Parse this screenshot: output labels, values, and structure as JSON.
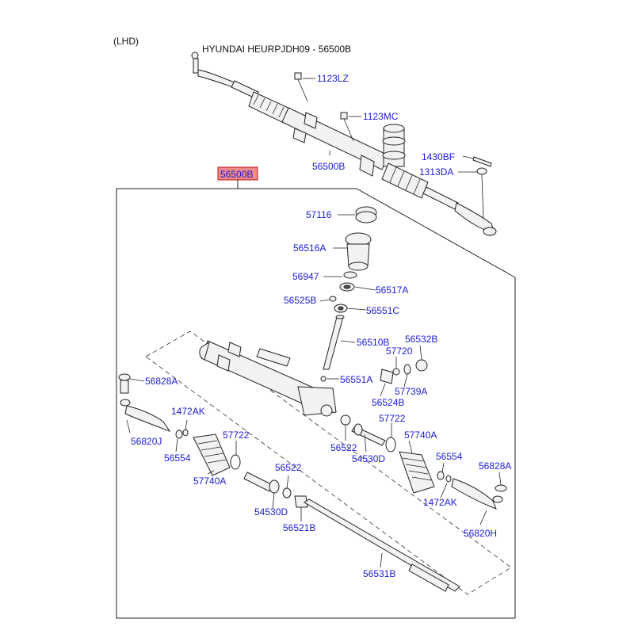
{
  "header": {
    "side": "(LHD)",
    "title": "HYUNDAI HEURPJDH09 - 56500B"
  },
  "highlight_label": "56500B",
  "colors": {
    "label": "#1a1ad6",
    "highlight_fill": "#f08a8a",
    "highlight_stroke": "#c01818"
  },
  "labels": {
    "l1123lz": "1123LZ",
    "l1123mc": "1123MC",
    "l56500b_top": "56500B",
    "l1430bf": "1430BF",
    "l1313da": "1313DA",
    "l57116": "57116",
    "l56516a": "56516A",
    "l56947": "56947",
    "l56517a": "56517A",
    "l56525b": "56525B",
    "l56551c": "56551C",
    "l56510b": "56510B",
    "l56532b": "56532B",
    "l57720": "57720",
    "l56551a": "56551A",
    "l57739a": "57739A",
    "l56524b": "56524B",
    "l56828a_left": "56828A",
    "l1472ak_left": "1472AK",
    "l56820j": "56820J",
    "l56554_left": "56554",
    "l57722_left": "57722",
    "l57740a_left": "57740A",
    "l56522_right": "56522",
    "l57722_right": "57722",
    "l57740a_right": "57740A",
    "l54530d_right": "54530D",
    "l56554_right": "56554",
    "l56828a_right": "56828A",
    "l1472ak_right": "1472AK",
    "l56820h": "56820H",
    "l56522_left": "56522",
    "l54530d_left": "54530D",
    "l56521b": "56521B",
    "l56531b": "56531B"
  }
}
